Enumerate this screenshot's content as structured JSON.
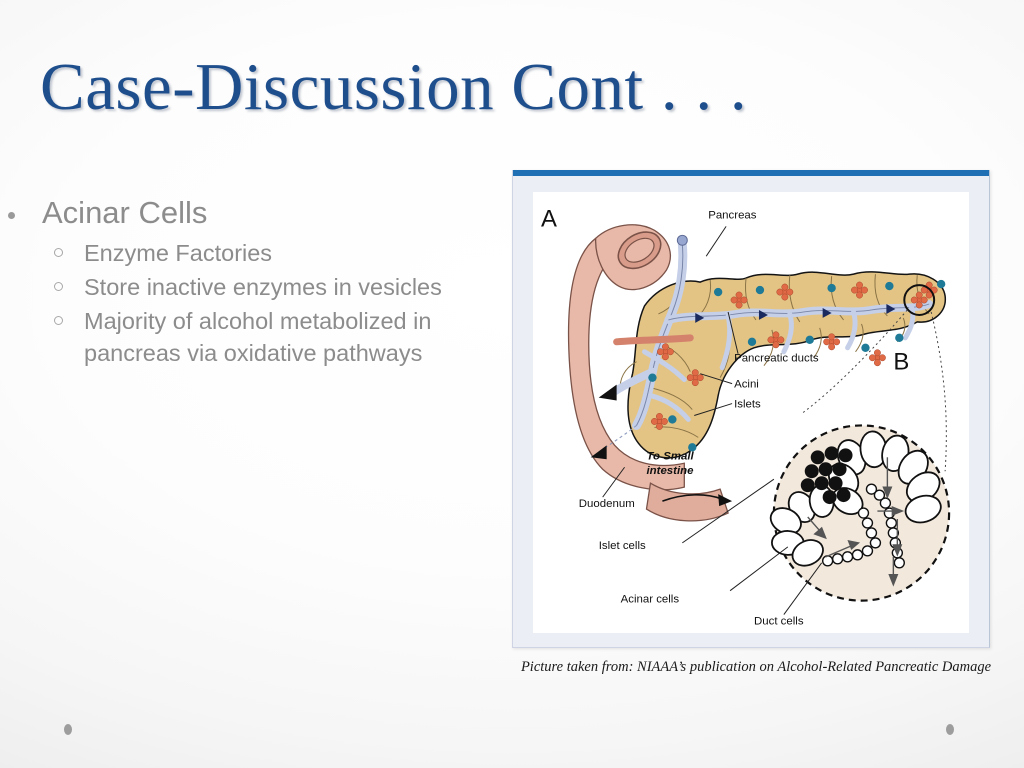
{
  "slide": {
    "title": "Case-Discussion Cont . . .",
    "title_color": "#1F4E8C",
    "background_edge_color": "#dcdcdc",
    "background_center_color": "#ffffff"
  },
  "body": {
    "bullets": [
      {
        "level": 1,
        "text": "Acinar Cells",
        "marker": "filled-dot"
      },
      {
        "level": 2,
        "text": "Enzyme Factories",
        "marker": "hollow-circle"
      },
      {
        "level": 2,
        "text": "Store inactive enzymes in vesicles",
        "marker": "hollow-circle"
      },
      {
        "level": 2,
        "text": "Majority of alcohol metabolized in pancreas via oxidative pathways",
        "marker": "hollow-circle"
      }
    ],
    "text_color": "#8C8C8C"
  },
  "picture": {
    "frame_accent_color": "#1F6FB5",
    "frame_fill_color": "#eceef6",
    "caption": "Picture taken from: NIAAA’s publication on Alcohol-Related Pancreatic Damage",
    "diagram": {
      "panel_a_label": "A",
      "panel_b_label": "B",
      "labels": [
        "Pancreas",
        "Pancreatic ducts",
        "Acini",
        "Islets",
        "To Small intestine",
        "Duodenum",
        "Islet cells",
        "Acinar cells",
        "Duct cells"
      ],
      "colors": {
        "pancreas": "#E3C485",
        "duodenum": "#E8B9A8",
        "duct": "#C5CFE8",
        "acini_marker": "#E06A45",
        "islet_marker": "#1E7A96",
        "panel_b_fill": "#F2E8DC"
      }
    }
  },
  "footer": {
    "dot_color": "#8e8e8e"
  }
}
